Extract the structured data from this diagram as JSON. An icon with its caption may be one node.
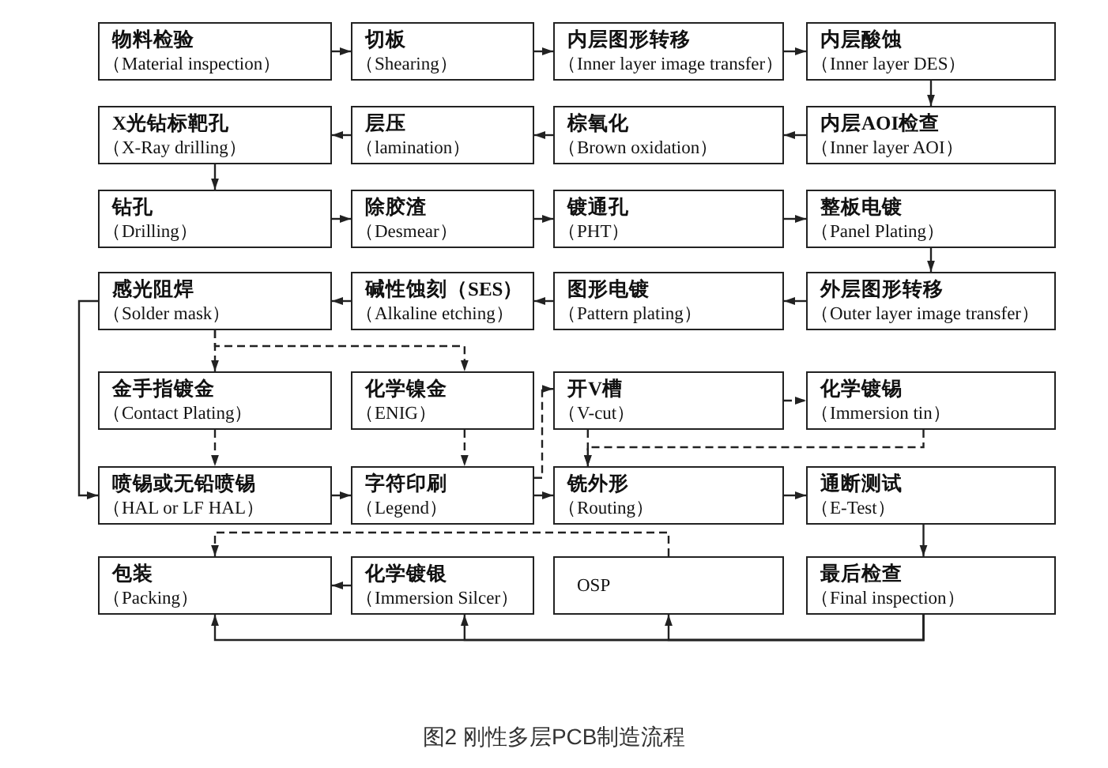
{
  "diagram": {
    "caption": "图2 刚性多层PCB制造流程",
    "nodes": [
      {
        "text": [
          "物料检验",
          "（Material inspection）"
        ]
      },
      {
        "text": [
          "切板",
          "（Shearing）"
        ]
      },
      {
        "text": [
          "内层图形转移",
          "（Inner layer image transfer）"
        ]
      },
      {
        "text": [
          "内层酸蚀",
          "（Inner layer DES）"
        ]
      },
      {
        "text": [
          "X光钻标靶孔",
          "（X-Ray drilling）"
        ]
      },
      {
        "text": [
          "层压",
          "（lamination）"
        ]
      },
      {
        "text": [
          "棕氧化",
          "（Brown oxidation）"
        ]
      },
      {
        "text": [
          "内层AOI检查",
          "（Inner layer AOI）"
        ]
      },
      {
        "text": [
          "钻孔",
          "（Drilling）"
        ]
      },
      {
        "text": [
          "除胶渣",
          "（Desmear）"
        ]
      },
      {
        "text": [
          "镀通孔",
          "（PHT）"
        ]
      },
      {
        "text": [
          "整板电镀",
          "（Panel Plating）"
        ]
      },
      {
        "text": [
          "感光阻焊",
          "（Solder mask）"
        ]
      },
      {
        "text": [
          "碱性蚀刻（SES）",
          "（Alkaline etching）"
        ]
      },
      {
        "text": [
          "图形电镀",
          "（Pattern plating）"
        ]
      },
      {
        "text": [
          "外层图形转移",
          "（Outer layer image transfer）"
        ]
      },
      {
        "text": [
          "金手指镀金",
          "（Contact Plating）"
        ]
      },
      {
        "text": [
          "化学镍金",
          "（ENIG）"
        ]
      },
      {
        "text": [
          "开V槽",
          "（V-cut）"
        ]
      },
      {
        "text": [
          "化学镀锡",
          "（Immersion tin）"
        ]
      },
      {
        "text": [
          "喷锡或无铅喷锡",
          "（HAL or LF HAL）"
        ]
      },
      {
        "text": [
          "字符印刷",
          "（Legend）"
        ]
      },
      {
        "text": [
          "铣外形",
          "（Routing）"
        ]
      },
      {
        "text": [
          "通断测试",
          "（E-Test）"
        ]
      },
      {
        "text": [
          "包装",
          "（Packing）"
        ]
      },
      {
        "text": [
          "化学镀银",
          "（Immersion Silcer）"
        ]
      },
      {
        "text": [
          "OSP"
        ]
      },
      {
        "text": [
          "最后检查",
          "（Final inspection）"
        ]
      }
    ],
    "edges": [
      {
        "from": 0,
        "to": 1,
        "arrow": "to"
      },
      {
        "from": 1,
        "to": 2,
        "arrow": "to"
      },
      {
        "from": 2,
        "to": 3,
        "arrow": "to"
      },
      {
        "from": 3,
        "to": 7,
        "arrow": "to"
      },
      {
        "from": 7,
        "to": 6,
        "arrow": "to"
      },
      {
        "from": 6,
        "to": 5,
        "arrow": "to"
      },
      {
        "from": 5,
        "to": 4,
        "arrow": "to"
      },
      {
        "from": 4,
        "to": 8,
        "arrow": "to"
      },
      {
        "from": 8,
        "to": 9,
        "arrow": "to"
      },
      {
        "from": 9,
        "to": 10,
        "arrow": "to"
      },
      {
        "from": 10,
        "to": 11,
        "arrow": "to"
      },
      {
        "from": 11,
        "to": 15,
        "arrow": "to"
      },
      {
        "from": 15,
        "to": 14,
        "arrow": "to"
      },
      {
        "from": 14,
        "to": 13,
        "arrow": "to"
      },
      {
        "from": 13,
        "to": 12,
        "arrow": "to"
      },
      {
        "from": 12,
        "to": 20,
        "arrow": "to"
      },
      {
        "from": 12,
        "to": 16,
        "arrow": "to",
        "style": "dashed"
      },
      {
        "from": 12,
        "to": 17,
        "arrow": "to",
        "style": "dashed"
      },
      {
        "from": 16,
        "to": 20,
        "arrow": "to",
        "style": "dashed"
      },
      {
        "from": 17,
        "to": 21,
        "arrow": "to",
        "style": "dashed"
      },
      {
        "from": 20,
        "to": 21,
        "arrow": "to"
      },
      {
        "from": 21,
        "to": 22,
        "arrow": "to"
      },
      {
        "from": 21,
        "to": 18,
        "arrow": "to",
        "style": "dashed"
      },
      {
        "from": 18,
        "to": 19,
        "arrow": "to",
        "style": "dashed"
      },
      {
        "from": 18,
        "to": 22,
        "arrow": "to",
        "style": "dashed"
      },
      {
        "from": 19,
        "to": 22,
        "arrow": "to",
        "style": "dashed"
      },
      {
        "from": 22,
        "to": 23,
        "arrow": "to"
      },
      {
        "from": 23,
        "to": 27,
        "arrow": "to"
      },
      {
        "from": 26,
        "to": 24,
        "arrow": "to",
        "style": "dashed"
      },
      {
        "from": 25,
        "to": 24,
        "arrow": "to"
      },
      {
        "from": 27,
        "to": 26,
        "arrow": "to"
      },
      {
        "from": 27,
        "to": 25,
        "arrow": "to"
      },
      {
        "from": 27,
        "to": 24,
        "arrow": "to"
      }
    ]
  }
}
